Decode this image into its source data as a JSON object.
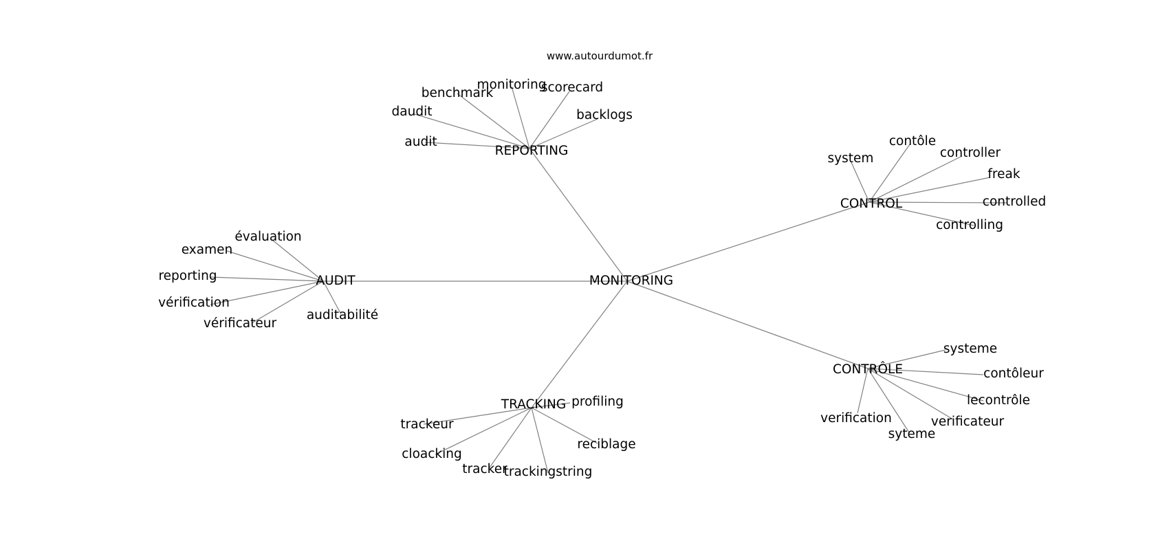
{
  "site": "www.autourdumot.fr",
  "center": {
    "id": "monitoring",
    "label": "MONITORING"
  },
  "groups": [
    {
      "id": "reporting",
      "label": "REPORTING",
      "terms": [
        "audit",
        "daudit",
        "benchmark",
        "monitoring",
        "scorecard",
        "backlogs"
      ]
    },
    {
      "id": "control",
      "label": "CONTROL",
      "terms": [
        "system",
        "contôle",
        "controller",
        "freak",
        "controlled",
        "controlling"
      ]
    },
    {
      "id": "audit",
      "label": "AUDIT",
      "terms": [
        "évaluation",
        "examen",
        "reporting",
        "vérification",
        "vérificateur",
        "auditabilité"
      ]
    },
    {
      "id": "controle",
      "label": "CONTRÔLE",
      "terms": [
        "systeme",
        "contôleur",
        "lecontrôle",
        "verificateur",
        "syteme",
        "verification"
      ]
    },
    {
      "id": "tracking",
      "label": "TRACKING",
      "terms": [
        "profiling",
        "trackeur",
        "cloacking",
        "tracker",
        "trackingstring",
        "reciblage"
      ]
    }
  ]
}
